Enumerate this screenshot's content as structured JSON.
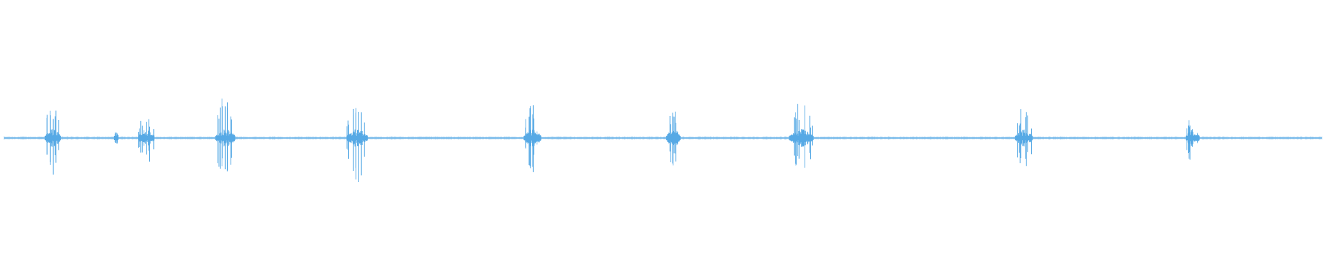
{
  "chart_data": {
    "type": "line",
    "chart_kind": "audio-waveform",
    "title": "",
    "xlabel": "",
    "ylabel": "",
    "axes_visible": false,
    "grid": false,
    "legend": "none",
    "color": "#56a9e5",
    "x_range": [
      0,
      1
    ],
    "y_range": [
      -1,
      1
    ],
    "baseline_noise": 0.012,
    "events": [
      {
        "center": 0.037,
        "width": 0.012,
        "peak": 0.28
      },
      {
        "center": 0.085,
        "width": 0.003,
        "peak": 0.06
      },
      {
        "center": 0.108,
        "width": 0.012,
        "peak": 0.2
      },
      {
        "center": 0.168,
        "width": 0.015,
        "peak": 0.32
      },
      {
        "center": 0.268,
        "width": 0.016,
        "peak": 0.34
      },
      {
        "center": 0.401,
        "width": 0.013,
        "peak": 0.25
      },
      {
        "center": 0.508,
        "width": 0.011,
        "peak": 0.21
      },
      {
        "center": 0.605,
        "width": 0.018,
        "peak": 0.27
      },
      {
        "center": 0.774,
        "width": 0.013,
        "peak": 0.25
      },
      {
        "center": 0.902,
        "width": 0.01,
        "peak": 0.2
      }
    ]
  }
}
